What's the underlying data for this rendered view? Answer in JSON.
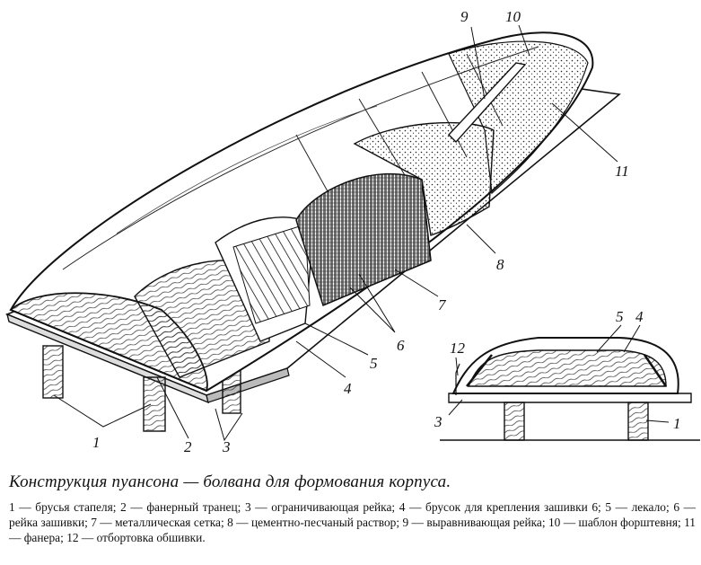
{
  "figure": {
    "callouts": {
      "c1": "1",
      "c2": "2",
      "c3": "3",
      "c4": "4",
      "c5": "5",
      "c6": "6",
      "c7": "7",
      "c8": "8",
      "c9": "9",
      "c10": "10",
      "c11": "11",
      "s12": "12",
      "s5": "5",
      "s4": "4",
      "s3": "3",
      "s1": "1"
    }
  },
  "caption": {
    "title": "Конструкция пуансона — болвана для формования корпуса.",
    "legend": [
      "1 — брусья стапеля; ",
      "2 — фанерный транец; ",
      "3 — ограничивающая рейка; ",
      "4 — брусок для крепления зашивки 6; ",
      "5 — лекало; ",
      "6 — рейка зашивки; ",
      "7 — металлическая сетка; ",
      "8 — цементно-песчаный раствор; ",
      "9 — выравнивающая рейка; ",
      "10 — шаблон форштевня; ",
      "11 — фанера; ",
      "12 — отбортовка обшивки."
    ]
  }
}
